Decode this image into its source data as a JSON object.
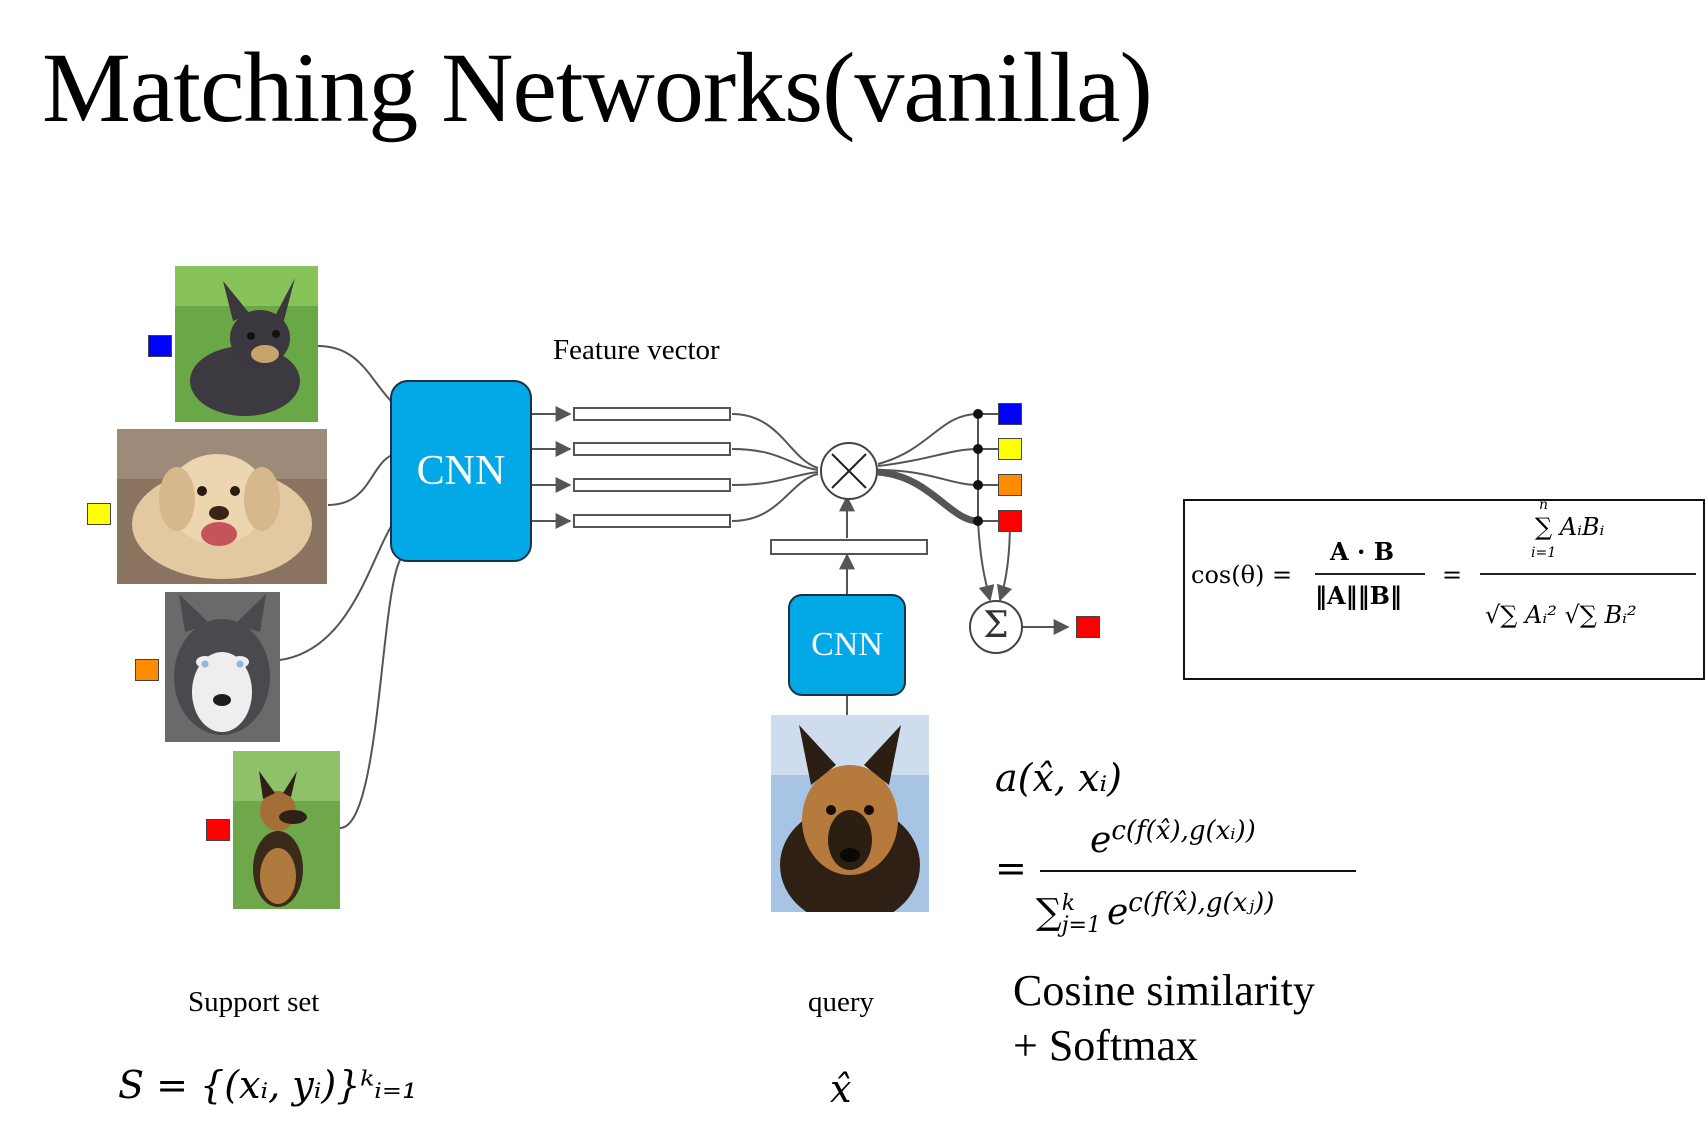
{
  "slide": {
    "title": "Matching Networks(vanilla)"
  },
  "diagram": {
    "feature_vector_label": "Feature vector",
    "cnn_support_label": "CNN",
    "cnn_query_label": "CNN",
    "multiply_symbol": "×",
    "sum_symbol": "Σ",
    "support_set_caption": "Support set",
    "support_set_formula": "S = {(xᵢ, yᵢ)}ᵏᵢ₌₁",
    "query_caption": "query",
    "query_formula": "x̂",
    "label_colors": [
      "#0000ff",
      "#ffff00",
      "#ff8c00",
      "#ff0000"
    ],
    "output_label_color": "#ff0000",
    "support_images": [
      "dog-chihuahua-image",
      "dog-labrador-image",
      "dog-husky-image",
      "dog-german-shepherd-image"
    ],
    "query_image": "dog-german-shepherd-query-image"
  },
  "attention_formula": {
    "lhs": "a(x̂, xᵢ)",
    "equals": "=",
    "numerator": "e^{c(f(x̂),g(xᵢ))}",
    "numerator_base": "e",
    "numerator_exp": "c(f(x̂),g(xᵢ))",
    "denominator_sum": "∑",
    "denominator_limits": "k / j=1",
    "denominator_upper": "k",
    "denominator_lower": "j=1",
    "denominator_base": "e",
    "denominator_exp": "c(f(x̂),g(xⱼ))"
  },
  "cosine_formula": {
    "lhs": "cos(θ) =",
    "frac1_num": "A · B",
    "frac1_den": "‖A‖‖B‖",
    "equals": "=",
    "frac2_num": "∑ AᵢBᵢ",
    "frac2_den": "√∑ Aᵢ² √∑ Bᵢ²",
    "sum_upper": "n",
    "sum_lower": "i=1"
  },
  "summary": {
    "line1": "Cosine similarity",
    "line2": "+ Softmax"
  }
}
